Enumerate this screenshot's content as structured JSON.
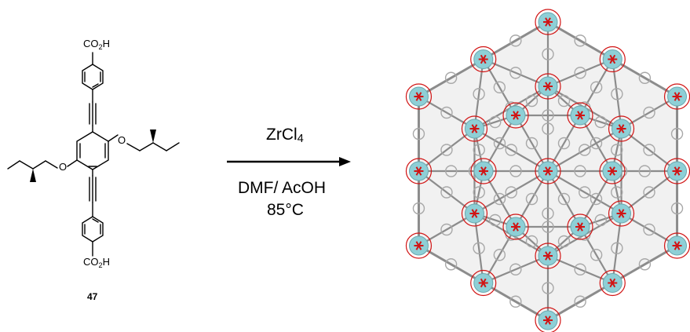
{
  "molecule": {
    "top_group": "CO",
    "top_group_sub": "2",
    "top_group_end": "H",
    "bottom_group": "CO",
    "bottom_group_sub": "2",
    "bottom_group_end": "H",
    "left_oxygen": "O",
    "right_oxygen": "O",
    "compound_number": "47"
  },
  "reaction": {
    "reagent_main": "ZrCl",
    "reagent_sub": "4",
    "conditions_line1": "DMF/ AcOH",
    "conditions_line2": "85°C"
  },
  "colors": {
    "bond": "#000000",
    "framework_link": "#8c8c8c",
    "node_fill": "#8ecfd6",
    "node_accent": "#d11414"
  }
}
